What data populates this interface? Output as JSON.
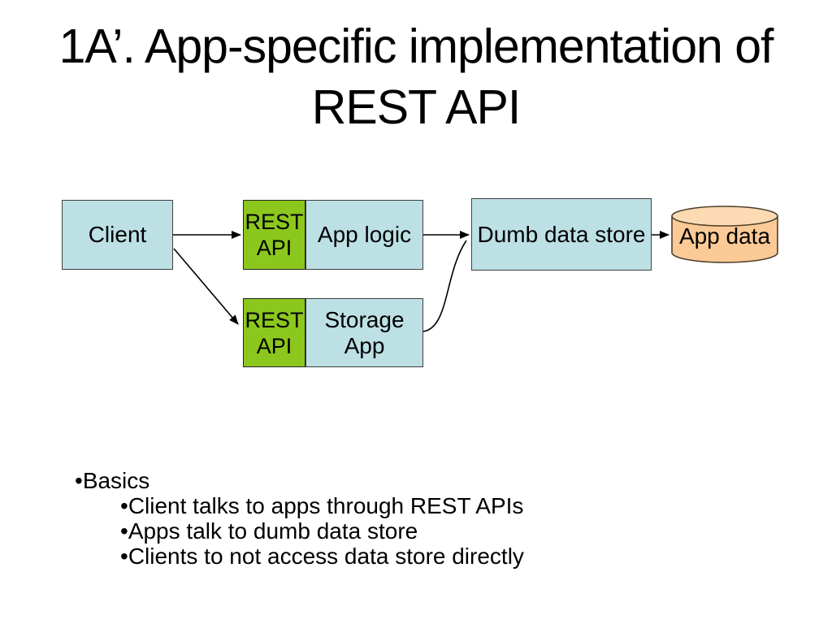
{
  "title": "1A’. App-specific implementation of REST API",
  "diagram": {
    "client_label": "Client",
    "rest_api_top_label": "REST API",
    "app_logic_label": "App logic",
    "rest_api_bottom_label": "REST API",
    "storage_app_label": "Storage App",
    "dumb_data_store_label": "Dumb data store",
    "app_data_label": "App data"
  },
  "bullets": {
    "bullet_char": "•",
    "title": "Basics",
    "items": [
      "Client talks to apps through REST APIs",
      "Apps talk to dumb data store",
      "Clients to not access data store directly"
    ]
  },
  "colors": {
    "bg": "#ffffff",
    "text_color": "#000000",
    "box_blue": "#bde0e4",
    "box_green": "#8cc71e",
    "box_border": "#3f3f3f",
    "cylinder_fill": "#fbca96",
    "cylinder_top": "#fcdab3",
    "cylinder_stroke": "#4e3f2c",
    "line_color": "#000000"
  }
}
